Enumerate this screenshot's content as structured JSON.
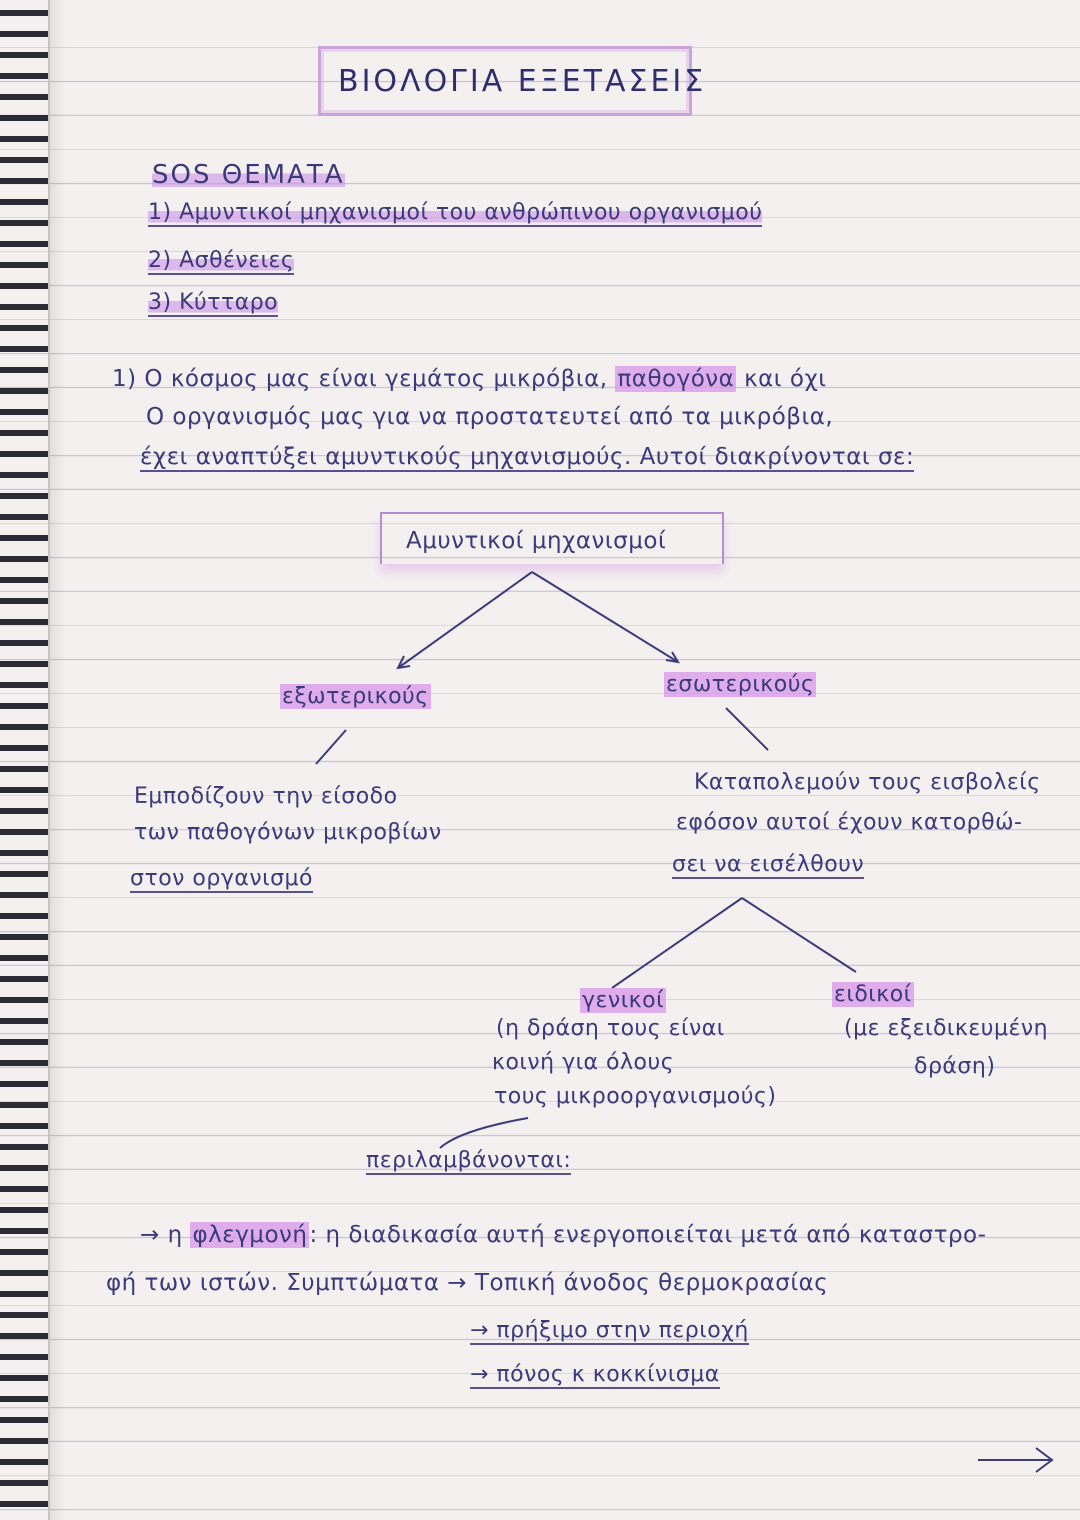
{
  "title": "ΒΙΟΛΟΓΙΑ ΕΞΕΤΑΣΕΙΣ",
  "sos": {
    "heading": "SOS ΘΕΜΑΤΑ",
    "items": [
      "1) Αμυντικοί μηχανισμοί του ανθρώπινου οργανισμού",
      "2) Ασθένειες",
      "3) Κύτταρο"
    ]
  },
  "intro": {
    "number": "1)",
    "line1_a": "Ο κόσμος μας είναι γεμάτος μικρόβια,",
    "line1_b": "παθογόνα",
    "line1_c": "και όχι",
    "line2": "Ο οργανισμός μας για να προστατευτεί από τα μικρόβια,",
    "line3": "έχει αναπτύξει αμυντικούς μηχανισμούς. Αυτοί διακρίνονται σε:"
  },
  "tree": {
    "root": "Αμυντικοί μηχανισμοί",
    "left": {
      "label": "εξωτερικούς",
      "desc": [
        "Εμποδίζουν την είσοδο",
        "των παθογόνων μικροβίων",
        "στον οργανισμό"
      ]
    },
    "right": {
      "label": "εσωτερικούς",
      "desc": [
        "Καταπολεμούν τους εισβολείς",
        "εφόσον αυτοί έχουν κατορθώ-",
        "σει να εισέλθουν"
      ],
      "general": {
        "label": "γενικοί",
        "desc": [
          "(η δράση τους είναι",
          "κοινή για όλους",
          "τους μικροοργανισμούς)"
        ]
      },
      "specific": {
        "label": "ειδικοί",
        "desc": [
          "(με εξειδικευμένη",
          "δράση)"
        ]
      }
    },
    "includes": "περιλαμβάνονται:"
  },
  "inflammation": {
    "arrow": "→",
    "prefix": "η",
    "term": "φλεγμονή",
    "rest": ": η διαδικασία αυτή ενεργοποιείται μετά από καταστρο-",
    "line2": "φή των ιστών. Συμπτώματα → Τοπική άνοδος θερμοκρασίας",
    "symptoms": [
      "→ πρήξιμο στην περιοχή",
      "→ πόνος κ κοκκίνισμα"
    ]
  },
  "next_arrow": "→"
}
